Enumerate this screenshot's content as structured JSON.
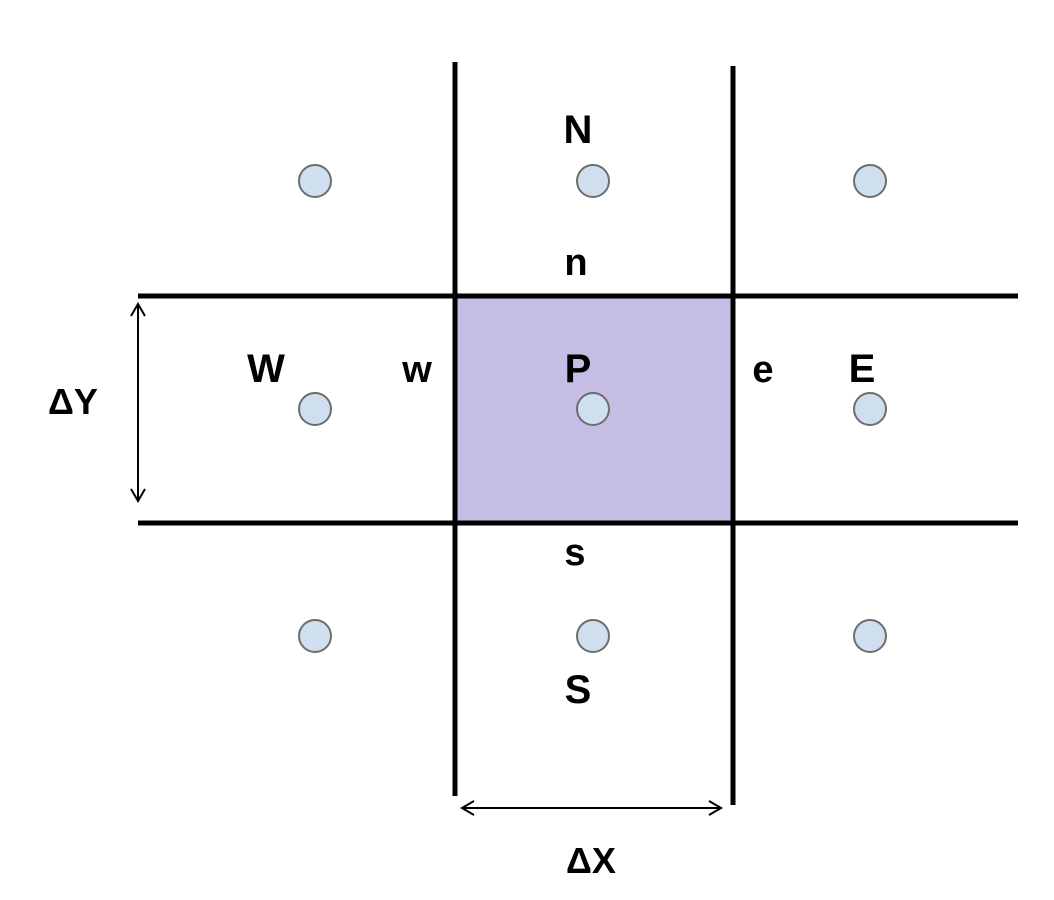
{
  "colors": {
    "cell_fill": "#c5bde4",
    "node_fill": "#cfdff0",
    "node_stroke": "#6d6d6d",
    "line": "#000000"
  },
  "nodes": {
    "N": "N",
    "S": "S",
    "W": "W",
    "E": "E",
    "P": "P"
  },
  "faces": {
    "n": "n",
    "s": "s",
    "w": "w",
    "e": "e"
  },
  "dimensions": {
    "dx": "ΔX",
    "dy": "ΔY"
  }
}
